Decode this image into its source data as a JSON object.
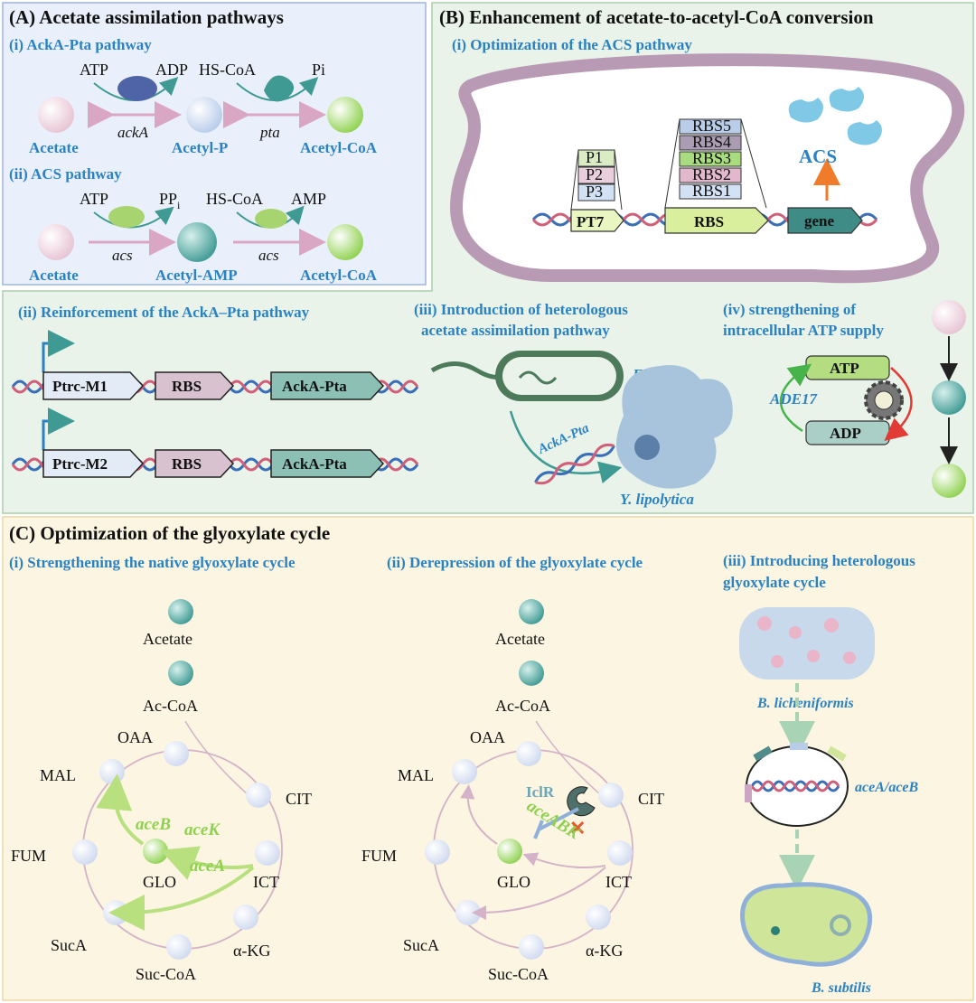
{
  "panelA": {
    "title": "(A) Acetate assimilation pathways",
    "sub1": "(i) AckA-Pta pathway",
    "sub2": "(ii) ACS pathway",
    "i": {
      "atp": "ATP",
      "adp": "ADP",
      "hscoa": "HS-CoA",
      "pi": "Pi",
      "acetate": "Acetate",
      "acetylp": "Acetyl-P",
      "acetylcoa": "Acetyl-CoA",
      "ackA": "ackA",
      "pta": "pta"
    },
    "ii": {
      "atp": "ATP",
      "ppi": "PP",
      "ppi_sub": "i",
      "hscoa": "HS-CoA",
      "amp": "AMP",
      "acetate": "Acetate",
      "acetylamp": "Acetyl-AMP",
      "acetylcoa": "Acetyl-CoA",
      "acs1": "acs",
      "acs2": "acs"
    }
  },
  "panelB": {
    "title": "(B) Enhancement of acetate-to-acetyl-CoA conversion",
    "sub1": "(i) Optimization of the ACS pathway",
    "promoters": [
      "P1",
      "P2",
      "P3"
    ],
    "rbs_list": [
      "RBS5",
      "RBS4",
      "RBS3",
      "RBS2",
      "RBS1"
    ],
    "pt7": "PT7",
    "rbs": "RBS",
    "gene": "gene",
    "acs": "ACS",
    "sub2": "(ii) Reinforcement of the AckA–Pta pathway",
    "ptrc1": "Ptrc-M1",
    "ptrc2": "Ptrc-M2",
    "rbs_a": "RBS",
    "rbs_b": "RBS",
    "ackpta_a": "AckA-Pta",
    "ackpta_b": "AckA-Pta",
    "sub3_l1": "(iii) Introduction of heterologous",
    "sub3_l2": "acetate assimilation pathway",
    "ecoli": "E. coli",
    "ylipo": "Y. lipolytica",
    "ackpta_dna": "AckA-Pta",
    "sub4_l1": "(iv) strengthening of",
    "sub4_l2": "intracellular ATP supply",
    "atp": "ATP",
    "adp": "ADP",
    "ade17": "ADE17"
  },
  "panelC": {
    "title": "(C) Optimization of the glyoxylate cycle",
    "sub1": "(i) Strengthening the native glyoxylate cycle",
    "sub2": "(ii) Derepression of the glyoxylate cycle",
    "sub3_l1": "(iii) Introducing heterologous",
    "sub3_l2": "glyoxylate cycle",
    "cycle": {
      "acetate": "Acetate",
      "accoa": "Ac-CoA",
      "oaa": "OAA",
      "mal": "MAL",
      "cit": "CIT",
      "fum": "FUM",
      "glo": "GLO",
      "ict": "ICT",
      "suca": "SucA",
      "akg": "α-KG",
      "succoa": "Suc-CoA"
    },
    "aceB": "aceB",
    "aceK": "aceK",
    "aceA": "aceA",
    "iclr": "IclR",
    "aceABK": "aceABK",
    "blich": "B. licheniformis",
    "aceAB": "aceA/aceB",
    "bsub": "B. subtilis"
  },
  "colors": {
    "panelA_bg": "#eaf0fb",
    "panelB_bg": "#e9f3e9",
    "panelC_bg": "#fbf5e1",
    "title_blue": "#2b82c3",
    "arrow_pink": "#d9a7c4",
    "green_text": "#8fd14f"
  }
}
